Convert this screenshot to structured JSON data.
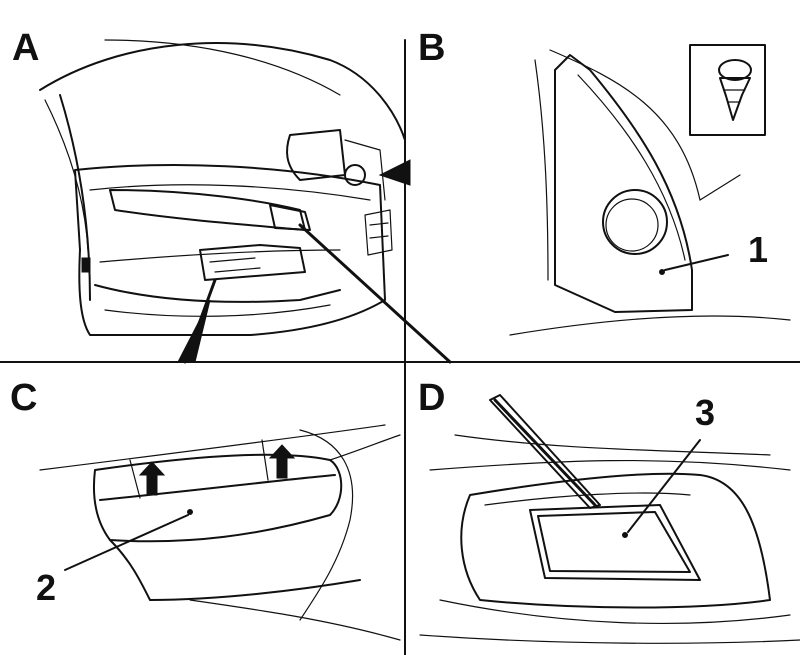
{
  "panels": [
    {
      "id": "A",
      "label": "A"
    },
    {
      "id": "B",
      "label": "B"
    },
    {
      "id": "C",
      "label": "C"
    },
    {
      "id": "D",
      "label": "D"
    }
  ],
  "callouts": [
    {
      "id": "1",
      "label": "1",
      "panel": "B"
    },
    {
      "id": "2",
      "label": "2",
      "panel": "C"
    },
    {
      "id": "3",
      "label": "3",
      "panel": "D"
    }
  ]
}
